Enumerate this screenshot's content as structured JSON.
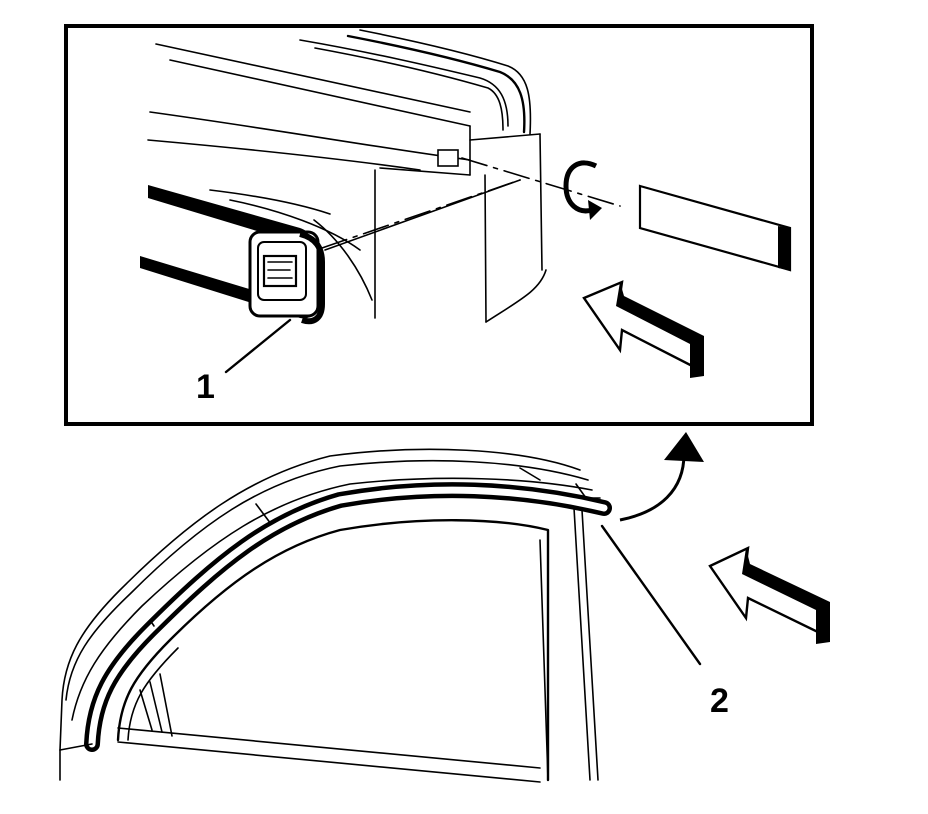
{
  "callouts": [
    {
      "id": "1",
      "text": "1"
    },
    {
      "id": "2",
      "text": "2"
    }
  ],
  "colors": {
    "line": "#000000",
    "background": "#ffffff"
  },
  "icons": [
    "rotation-arrow-icon",
    "direction-arrow-icon",
    "curved-arrow-icon"
  ]
}
